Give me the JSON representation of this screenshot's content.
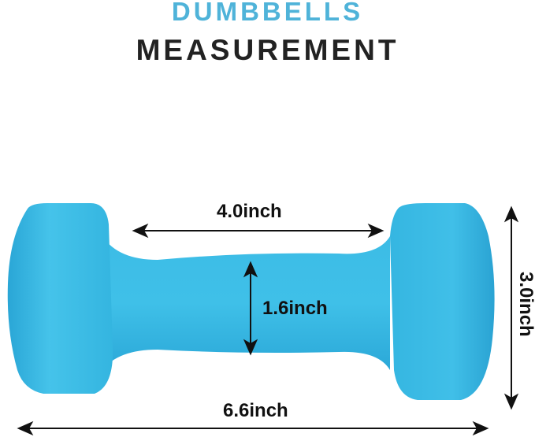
{
  "header": {
    "title_line1": "DUMBBELLS",
    "title_line2": "MEASUREMENT"
  },
  "product": {
    "name": "dumbbell",
    "color": "#36b9e3"
  },
  "dimensions": {
    "handle_length": "4.0inch",
    "handle_diameter": "1.6inch",
    "total_length": "6.6inch",
    "head_height": "3.0inch"
  },
  "colors": {
    "title_accent": "#4fb3d9",
    "title_dark": "#222222",
    "arrows": "#111111"
  }
}
